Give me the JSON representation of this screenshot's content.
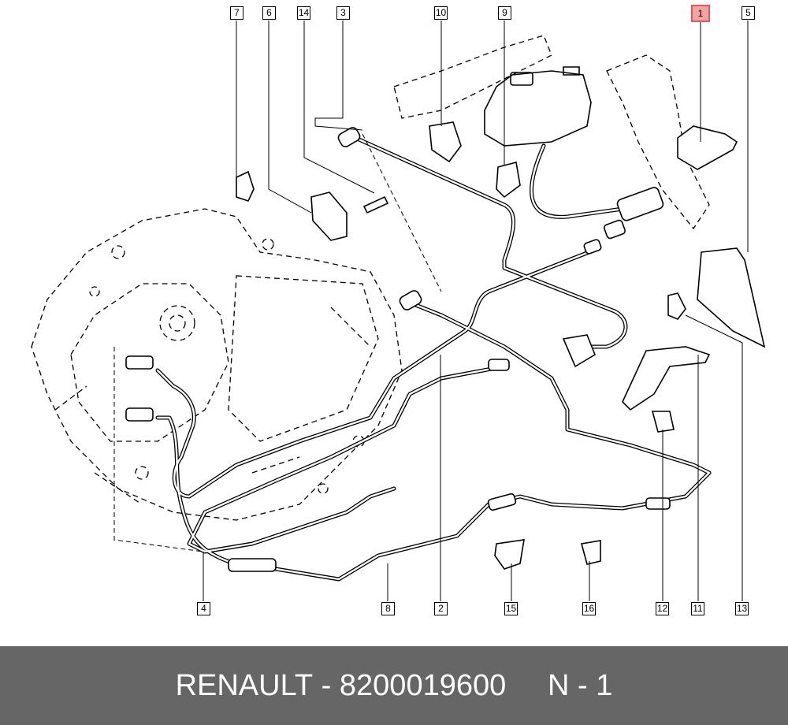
{
  "callouts": [
    "7",
    "6",
    "14",
    "3",
    "10",
    "9",
    "1",
    "5",
    "4",
    "8",
    "2",
    "15",
    "16",
    "12",
    "11",
    "13"
  ],
  "highlighted_callout": "1",
  "footer": {
    "brand": "RENAULT",
    "separator": " - ",
    "part_number": "8200019600",
    "gap": "     ",
    "page_ref": "N - 1"
  },
  "colors": {
    "highlight": "#f4a3a3",
    "highlight_border": "#e05a5a",
    "footer_bg": "#666666"
  }
}
